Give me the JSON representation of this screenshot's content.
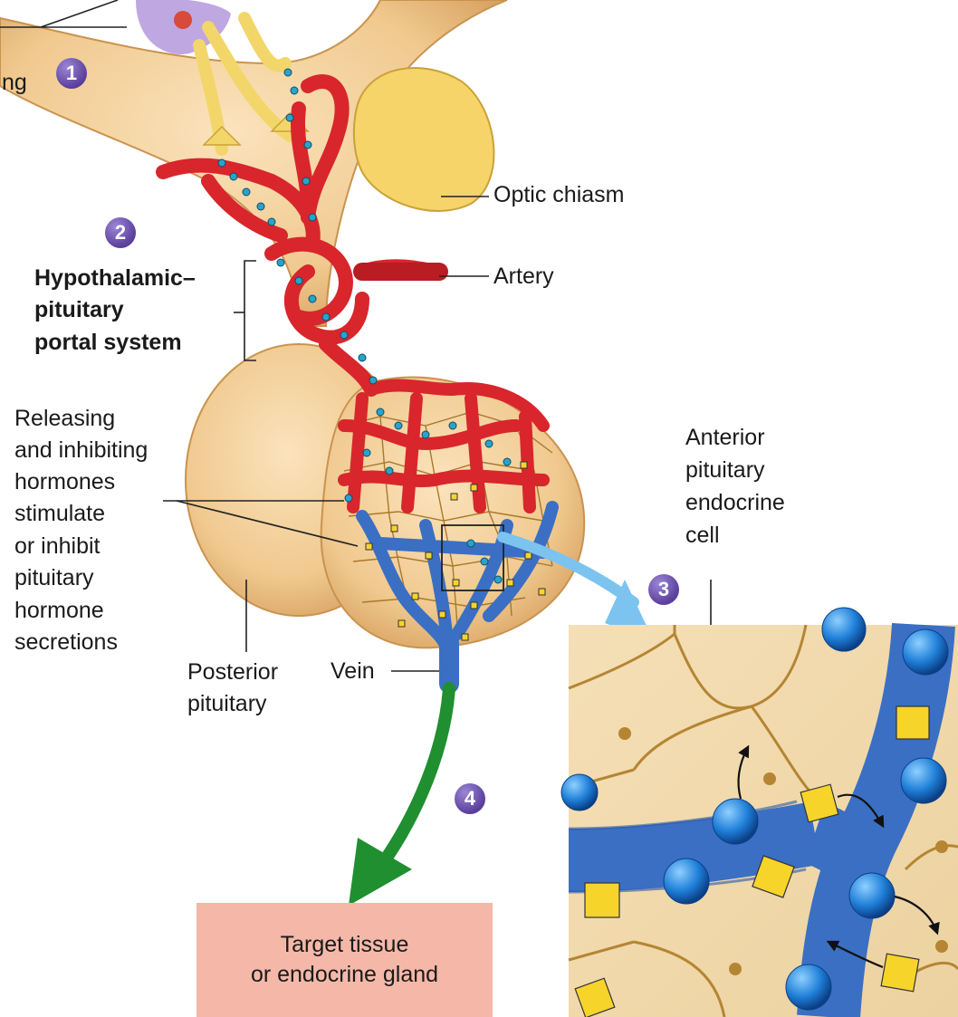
{
  "labels": {
    "neuron_label_fragment": "ng",
    "optic_chiasm": "Optic chiasm",
    "artery": "Artery",
    "portal_system": [
      "Hypothalamic–",
      "pituitary",
      "portal system"
    ],
    "releasing": [
      "Releasing",
      "and inhibiting",
      "hormones",
      "stimulate",
      "or inhibit",
      "pituitary",
      "hormone",
      "secretions"
    ],
    "anterior_cell": [
      "Anterior",
      "pituitary",
      "endocrine",
      "cell"
    ],
    "posterior": [
      "Posterior",
      "pituitary"
    ],
    "vein": "Vein",
    "target": [
      "Target tissue",
      "or endocrine gland"
    ]
  },
  "steps": [
    "1",
    "2",
    "3",
    "4"
  ],
  "colors": {
    "tissue": "#f2cf99",
    "artery_red": "#d8262c",
    "vein_blue": "#3a6fc4",
    "nerve_yellow": "#f3d66a",
    "step_purple": "#5b3f9c",
    "target_box": "#f5b8a8",
    "arrow_green": "#1f8f2f",
    "arrow_lightblue": "#7cc3f0"
  }
}
